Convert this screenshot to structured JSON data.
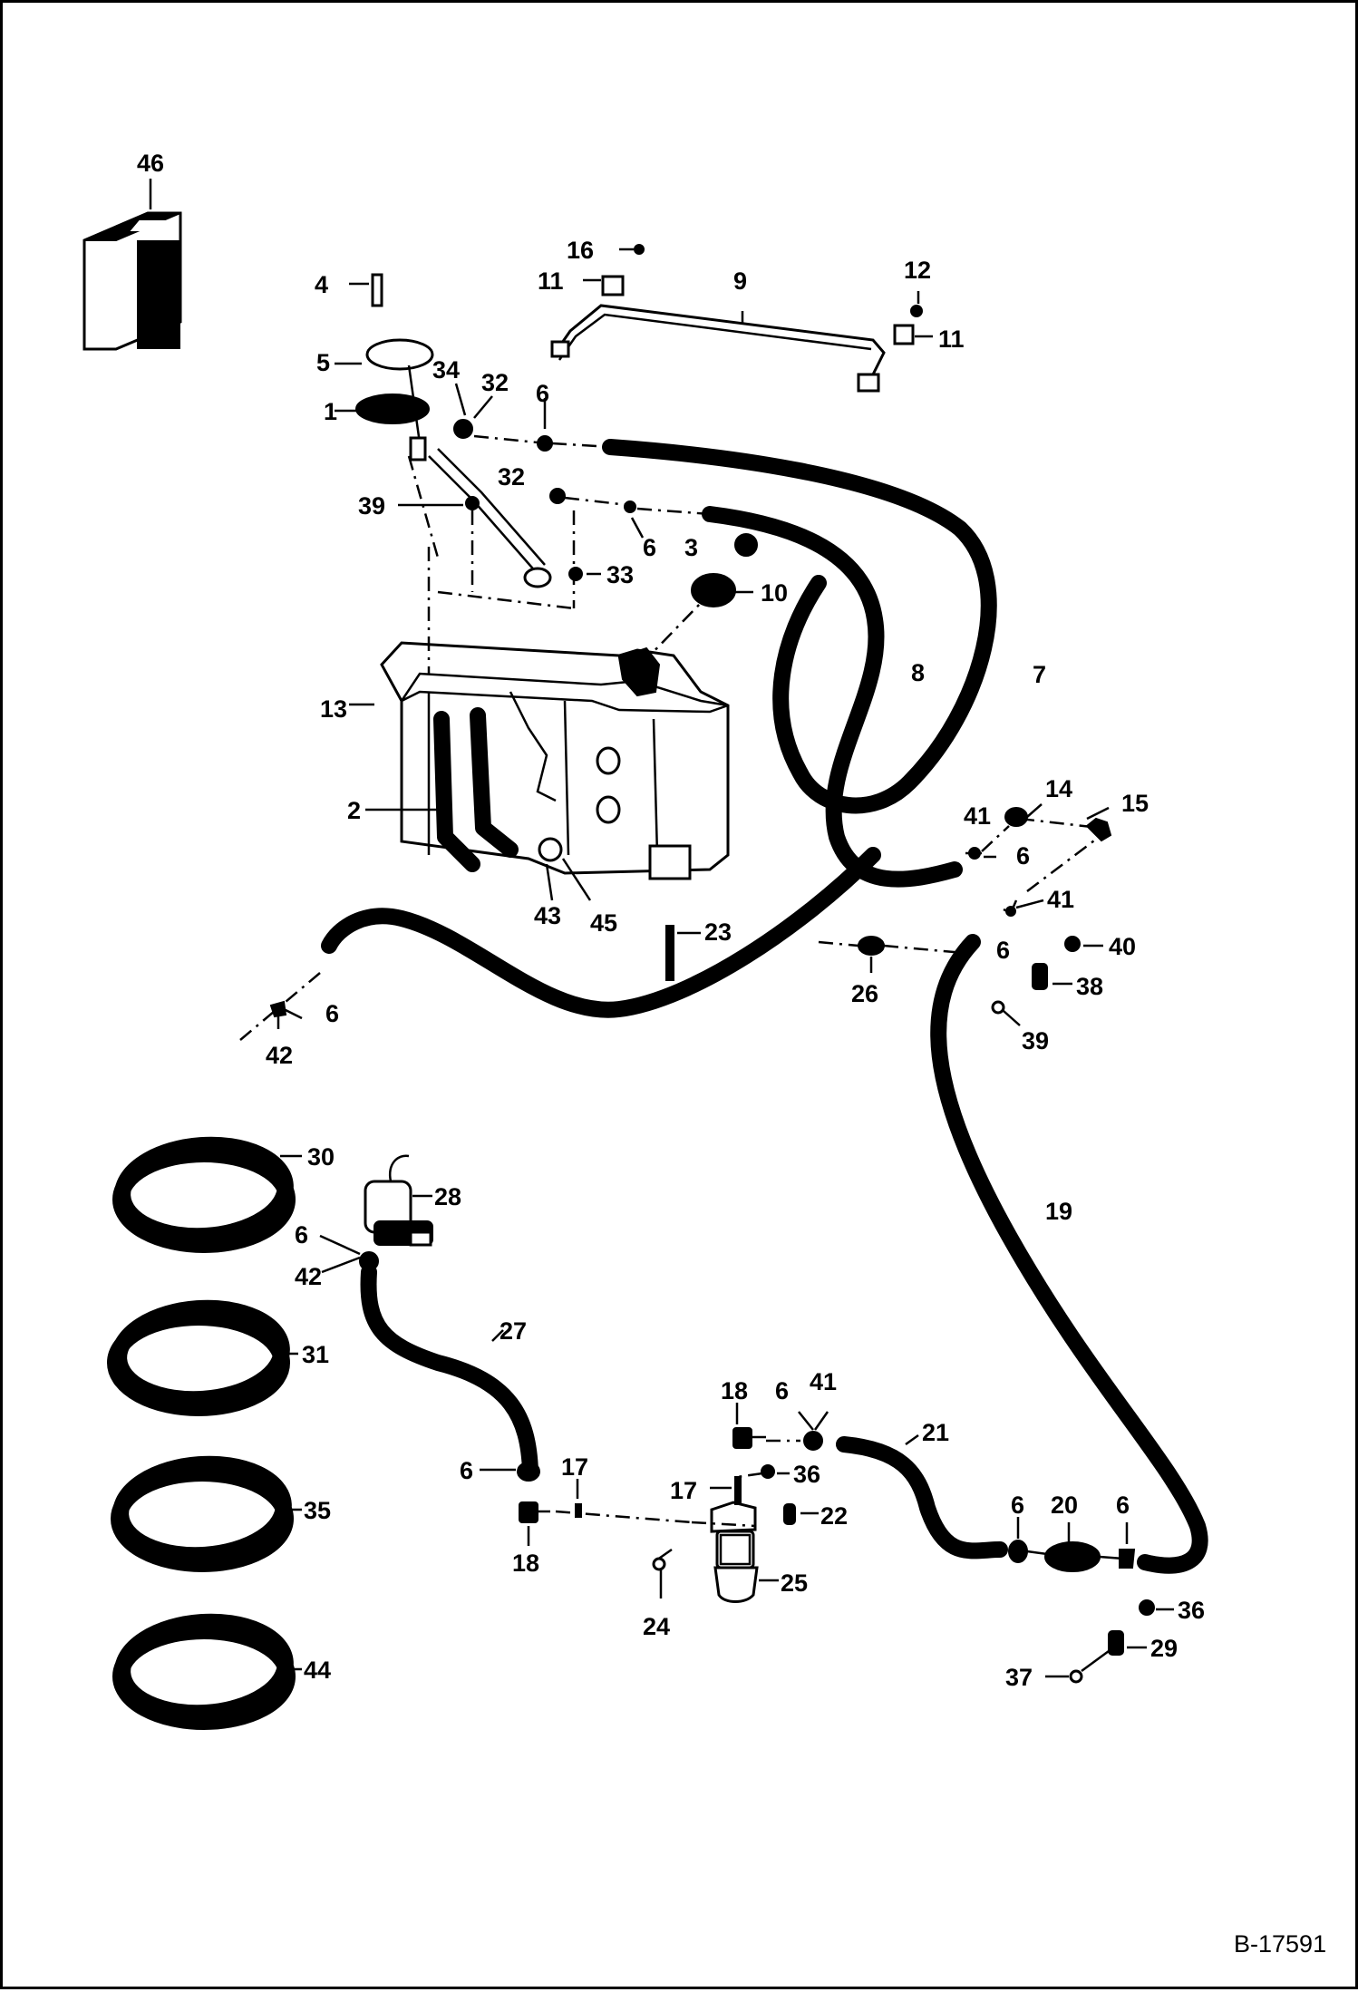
{
  "diagram": {
    "drawing_code": "B-17591",
    "callouts": [
      "46",
      "16",
      "11",
      "9",
      "12",
      "11",
      "4",
      "5",
      "34",
      "32",
      "1",
      "6",
      "32",
      "39",
      "6",
      "3",
      "33",
      "10",
      "8",
      "7",
      "13",
      "2",
      "14",
      "15",
      "41",
      "6",
      "43",
      "45",
      "41",
      "23",
      "40",
      "6",
      "26",
      "38",
      "6",
      "42",
      "39",
      "30",
      "28",
      "19",
      "6",
      "42",
      "31",
      "27",
      "18",
      "6",
      "41",
      "21",
      "36",
      "17",
      "17",
      "6",
      "22",
      "35",
      "6",
      "20",
      "6",
      "18",
      "25",
      "24",
      "36",
      "29",
      "37",
      "44"
    ]
  }
}
